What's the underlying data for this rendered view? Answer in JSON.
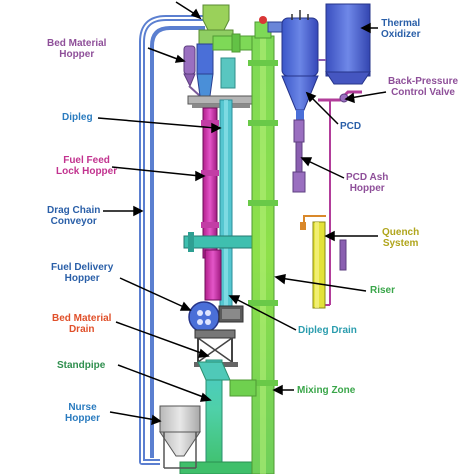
{
  "diagram": {
    "labels": [
      {
        "id": "bed-material-hopper",
        "lines": [
          "Bed Material",
          "Hopper"
        ],
        "color": "#8e4f99"
      },
      {
        "id": "dipleg",
        "lines": [
          "Dipleg"
        ],
        "color": "#2a7bbf"
      },
      {
        "id": "fuel-feed-lock-hopper",
        "lines": [
          "Fuel Feed",
          "Lock Hopper"
        ],
        "color": "#c2338f"
      },
      {
        "id": "drag-chain-conveyor",
        "lines": [
          "Drag Chain",
          "Conveyor"
        ],
        "color": "#2a5fa8"
      },
      {
        "id": "fuel-delivery-hopper",
        "lines": [
          "Fuel Delivery",
          "Hopper"
        ],
        "color": "#2a5fa8"
      },
      {
        "id": "bed-material-drain",
        "lines": [
          "Bed Material",
          "Drain"
        ],
        "color": "#e0502a"
      },
      {
        "id": "standpipe",
        "lines": [
          "Standpipe"
        ],
        "color": "#2f8f4e"
      },
      {
        "id": "nurse-hopper",
        "lines": [
          "Nurse",
          "Hopper"
        ],
        "color": "#2a7bbf"
      },
      {
        "id": "thermal-oxidizer",
        "lines": [
          "Thermal",
          "Oxidizer"
        ],
        "color": "#2a5fa8"
      },
      {
        "id": "back-pressure-control-valve",
        "lines": [
          "Back-Pressure",
          "Control Valve"
        ],
        "color": "#8e4f99"
      },
      {
        "id": "pcd",
        "lines": [
          "PCD"
        ],
        "color": "#2a5fa8"
      },
      {
        "id": "pcd-ash-hopper",
        "lines": [
          "PCD Ash",
          "Hopper"
        ],
        "color": "#8e4f99"
      },
      {
        "id": "quench-system",
        "lines": [
          "Quench",
          "System"
        ],
        "color": "#b0a51c"
      },
      {
        "id": "riser",
        "lines": [
          "Riser"
        ],
        "color": "#3aa64a"
      },
      {
        "id": "dipleg-drain",
        "lines": [
          "Dipleg Drain"
        ],
        "color": "#2b9dae"
      },
      {
        "id": "mixing-zone",
        "lines": [
          "Mixing Zone"
        ],
        "color": "#3aa64a"
      }
    ]
  }
}
